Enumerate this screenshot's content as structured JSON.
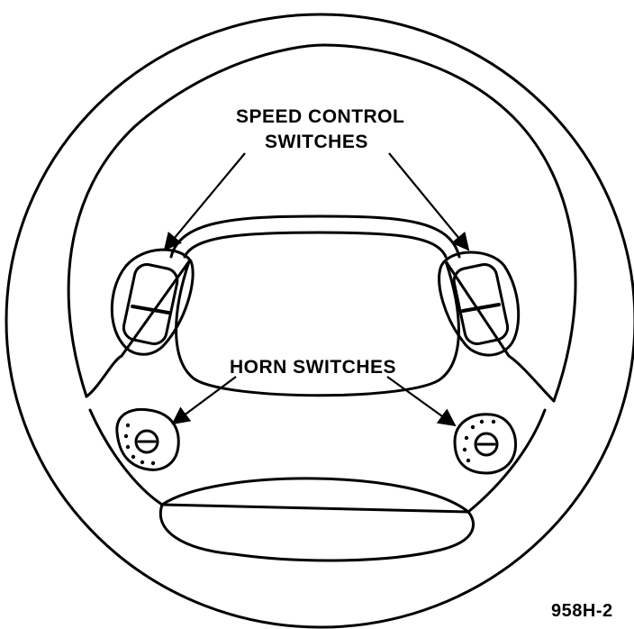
{
  "labels": {
    "speed_control_line1": "SPEED CONTROL",
    "speed_control_line2": "SWITCHES",
    "horn_switches": "HORN SWITCHES",
    "figure_id": "958H-2"
  },
  "colors": {
    "ink": "#000000",
    "paper": "#ffffff"
  }
}
